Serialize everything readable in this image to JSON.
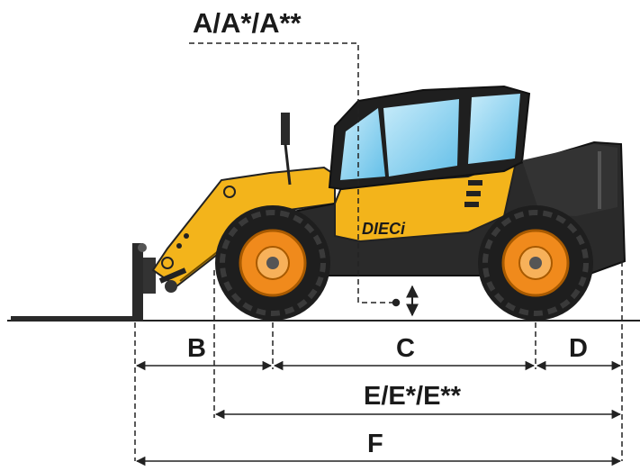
{
  "labels": {
    "height": "A/A*/A**",
    "front_overhang": "B",
    "wheelbase": "C",
    "rear_overhang": "D",
    "length_without_forks": "E/E*/E**",
    "overall_length": "F"
  },
  "brand": "DIECi",
  "colors": {
    "body_yellow": "#f3b41b",
    "body_dark": "#2a2a2a",
    "tyre": "#1e1e1e",
    "rim": "#f08a1c",
    "glass": "#8fd4f2",
    "line": "#222222"
  }
}
